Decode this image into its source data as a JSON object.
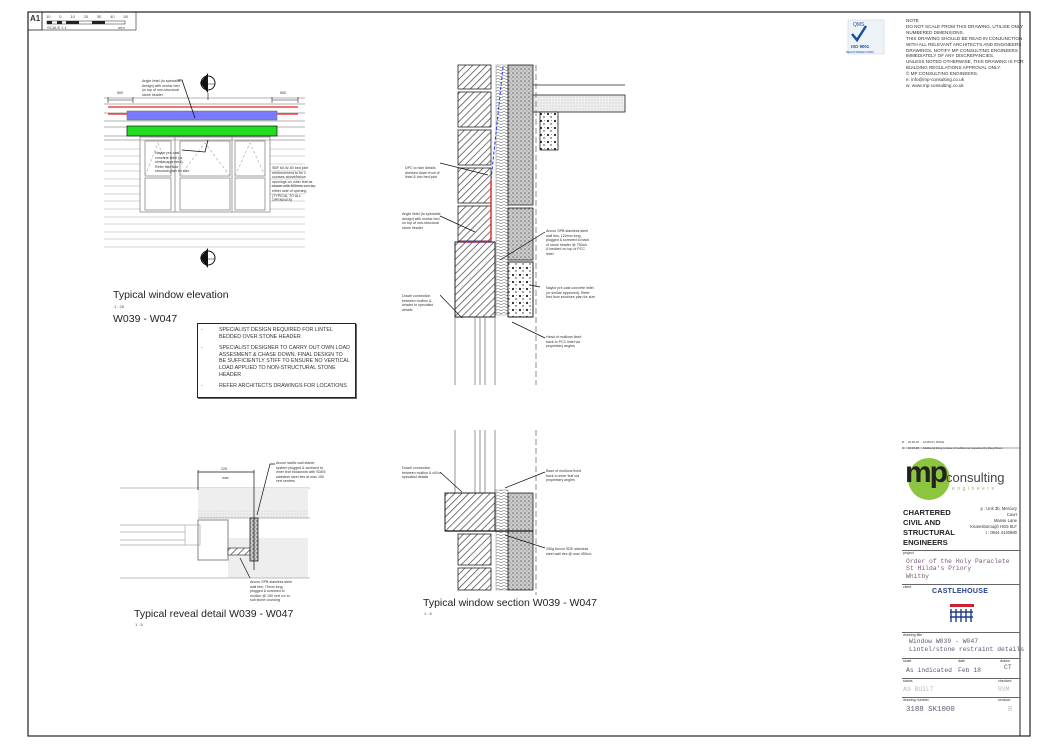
{
  "sheet": {
    "size": "A1",
    "scale_bar_label": "SCALE 1:1",
    "scale_bar_ticks": [
      "10",
      "0",
      "10",
      "20",
      "30",
      "40",
      "50"
    ],
    "scale_bar_unit": "mm"
  },
  "notes_header": {
    "title": "NOTE",
    "lines": [
      "DO NOT SCALE FROM THIS DRAWING, UTILISE ONLY NUMBERED DIMENSIONS.",
      "THIS DRAWING SHOULD BE READ IN CONJUNCTION WITH ALL RELEVANT ARCHITECTS AND ENGINEERS DRAWINGS. NOTIFY MP CONSULTING ENGINEERS IMMEDIATELY OF ANY DISCREPANCIES.",
      "UNLESS NOTED OTHERWISE, THIS DRAWING IS FOR BUILDING REGULATIONS APPROVAL ONLY."
    ],
    "copyright": "©  MP CONSULTING ENGINEERS.",
    "email": "e: info@mp-consulting.co.uk",
    "web": "w: www.mp-consulting.co.uk",
    "iso_badge": "ISO 9001",
    "iso_sub": "REGISTERED FIRM",
    "qms": "QMS"
  },
  "elevation": {
    "title_line1": "Typical window elevation",
    "title_line2": "W039 - W047",
    "scale": "1 : 25",
    "dim_left": "500",
    "dim_right": "500",
    "section_marker": "2",
    "label_angle": "Angle lintel (to specialist design) with mortar bed on top of non-structural stone header",
    "label_naylor": "Naylor pre-cast concrete lintel (or similar approved). Refer first floor structure plan for size",
    "label_bed": "SBF 60-W-60 bed joint reinforcement to be 2 courses above/below openings on outer leaf as shown with 600mm overlap either side of opening (TYPICAL TO ALL OPENINGS)"
  },
  "spec_notes": [
    "SPECIALIST DESIGN REQUIRED FOR LINTEL BEDDED OVER STONE HEADER",
    "SPECIALIST DESIGNER TO CARRY OUT OWN LOAD ASSESMENT & CHASE DOWN. FINAL DESIGN TO BE SUFFICIENTLY STIFF TO ENSURE NO VERTICAL LOAD APPLIED TO NON-STRUCTURAL STONE HEADER",
    "REFER ARCHITECTS DRAWINGS FOR  LOCATIONS"
  ],
  "section": {
    "title": "Typical window section W039 - W047",
    "scale": "1 : 5",
    "label_dpc": "DPC to hich details dressed down front of lintel & into bed joint",
    "label_angle": "Angle lintel (to specialist design) with mortar bed on top of non-structural stone header",
    "label_ancon_top": "Ancon SPB stainless steel wall ties, 120mm long, plugged & screwed to back of stone header @ 750c/c & bedded on top of PCC lintel",
    "label_naylor": "Naylor pre-cast concrete lintel (or similar approved). Refer first floor structure plan for size",
    "label_dowel_head": "Dowel connection between mullion & header to specialist details",
    "label_head": "Head of mullions fixed back to PCC lintel via proprietary angles",
    "label_dowel_cill": "Dowel connection between mullion & cill to specialist details",
    "label_base": "Base of mullions fixed back to inner leaf via proprietary angles",
    "label_ties": "250g Ancon SDE stainless steel wall ties @ max 450c/c"
  },
  "reveal": {
    "title": "Typical reveal detail W039 - W047",
    "scale": "1 : 5",
    "dim": "225",
    "dim_sub": "max",
    "label_starter": "Ancon staifix wall starter system plugged & screwed to inner leaf blockwork with SDE6 stainless steel ties at max 150 vert centres",
    "label_spb": "Ancon SPB stainless steel wall ties, 75mm long, plugged & screwed to mullion @ 150 vert c/c to suit stone coursing"
  },
  "title_block": {
    "revisions": [
      {
        "rev": "B",
        "date": "02.08.18",
        "desc": "AS BUILT ISSUE"
      },
      {
        "rev": "A",
        "date": "13.04.18",
        "desc": "Additional fixing to base of mullions as requested by Doug Stone"
      }
    ],
    "logo_mark": "mp",
    "logo_word": "consulting",
    "logo_sub": "engineers",
    "firm_lines": [
      "CHARTERED",
      "CIVIL AND",
      "STRUCTURAL",
      "ENGINEERS"
    ],
    "address": "p : Unit 3b, Mercury\nCourt\nManse Lane\nKnaresborough HG5 8LF\nt : 0844 4140880",
    "project_label": "project",
    "project": "Order of the Holy Paraclete\nSt Hilda's Priory\nWhitby",
    "client_label": "client",
    "client_logo": "CASTLEHOUSE",
    "drawing_title_label": "drawing title",
    "drawing_title": "Window  W039  -  W047\nLintel/stone  restraint  details",
    "scale_label": "scale",
    "scale": "As  indicated",
    "date_label": "date",
    "date": "Feb  18",
    "drawn_label": "drawn",
    "drawn": "CT",
    "status_label": "status",
    "status": "AS  BUILT",
    "checked_label": "checked",
    "checked": "RSM",
    "number_label": "drawing number",
    "number": "3188  SK1000",
    "revision_label": "revision",
    "revision": "B"
  },
  "colors": {
    "red": "#e82020",
    "blue": "#7b7bff",
    "green": "#22dd22",
    "logo_green": "#8cc63f",
    "hatch": "#444444"
  }
}
